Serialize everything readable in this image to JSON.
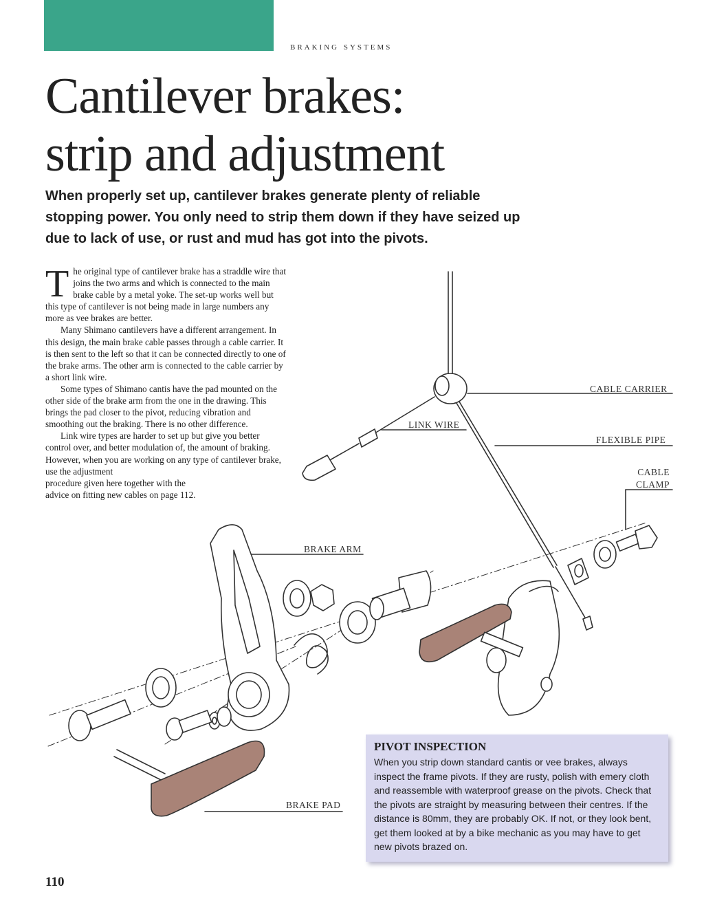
{
  "header": {
    "section": "BRAKING SYSTEMS",
    "title_line1": "Cantilever brakes:",
    "title_line2": "strip and adjustment"
  },
  "standfirst": "When properly set up, cantilever brakes generate plenty of reliable stopping power. You only need to strip them down if they have seized up due to lack of use, or rust and mud has got into the pivots.",
  "body": {
    "dropcap": "T",
    "p1": "he original type of cantilever brake has a straddle wire that joins the two arms and which is connected to the main brake cable by a metal yoke. The set-up works well but this type of cantilever is not being made in large numbers any more as vee brakes are better.",
    "p2": "Many Shimano cantilevers have a different arrangement. In this design, the main brake cable passes through a cable carrier. It is then sent to the left so that it can be connected directly to one of the brake arms. The other arm is connected to the cable carrier by a short link wire.",
    "p3": "Some types of Shimano cantis have the pad mounted on the other side of the brake arm from the one in the drawing. This brings the pad closer to the pivot, reducing vibration and smoothing out the braking. There is no other difference.",
    "p4a": "Link wire types are harder to set up but give you better control over, and better modulation of, the amount of braking. However, when you are working on any type of cantilever brake, use the adjustment",
    "p4b": "procedure given here together with the advice on fitting new cables on page 112."
  },
  "labels": {
    "cable_carrier": "CABLE CARRIER",
    "link_wire": "LINK WIRE",
    "flexible_pipe": "FLEXIBLE PIPE",
    "cable_clamp_1": "CABLE",
    "cable_clamp_2": "CLAMP",
    "brake_arm": "BRAKE ARM",
    "brake_pad": "BRAKE PAD"
  },
  "callout": {
    "title": "PIVOT INSPECTION",
    "text": "When you strip down standard cantis or vee brakes, always inspect the frame pivots. If they are rusty, polish with emery cloth and reassemble with waterproof grease on the pivots. Check that the pivots are straight by measuring between their centres. If the distance is 80mm, they are probably OK. If not, or they look bent, get them looked at by a bike mechanic as you may have to get new pivots brazed on."
  },
  "page_number": "110",
  "colors": {
    "tab": "#3aa58a",
    "callout_bg": "#d9d8ef",
    "pad": "#a98377"
  }
}
